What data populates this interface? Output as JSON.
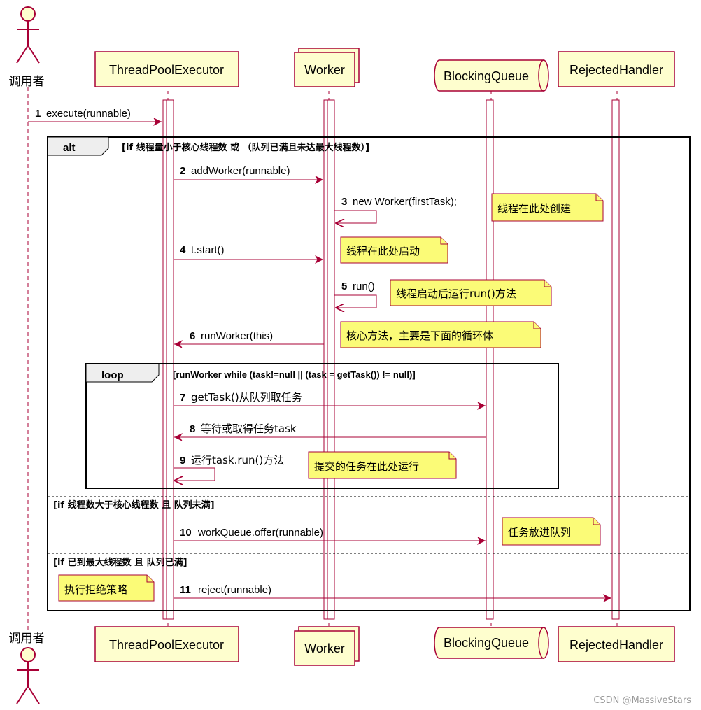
{
  "colors": {
    "line": "#A80036",
    "box_fill": "#FEFECE",
    "frame": "#000000",
    "alt_fill": "#EEEEEE",
    "text": "#000000",
    "watermark": "#999999"
  },
  "participants": {
    "caller": "调用者",
    "executor": "ThreadPoolExecutor",
    "worker": "Worker",
    "queue": "BlockingQueue",
    "handler": "RejectedHandler"
  },
  "messages": {
    "m1": {
      "num": "1",
      "text": "execute(runnable)"
    },
    "m2": {
      "num": "2",
      "text": "addWorker(runnable)"
    },
    "m3": {
      "num": "3",
      "text": "new Worker(firstTask);"
    },
    "m4": {
      "num": "4",
      "text": "t.start()"
    },
    "m5": {
      "num": "5",
      "text": "run()"
    },
    "m6": {
      "num": "6",
      "text": "runWorker(this)"
    },
    "m7": {
      "num": "7",
      "text": "getTask()从队列取任务"
    },
    "m8": {
      "num": "8",
      "text": "等待或取得任务task"
    },
    "m9": {
      "num": "9",
      "text": "运行task.run()方法"
    },
    "m10": {
      "num": "10",
      "text": "workQueue.offer(runnable)"
    },
    "m11": {
      "num": "11",
      "text": "reject(runnable)"
    }
  },
  "notes": {
    "n1": "线程在此处创建",
    "n2": "线程在此处启动",
    "n3": "线程启动后运行run()方法",
    "n4": "核心方法，主要是下面的循环体",
    "n5": "提交的任务在此处运行",
    "n6": "任务放进队列",
    "n7": "执行拒绝策略"
  },
  "frames": {
    "alt_label": "alt",
    "alt_cond1": "[if 线程量小于核心线程数 或 （队列已满且未达最大线程数）]",
    "alt_cond2": "[if 线程数大于核心线程数 且 队列未满]",
    "alt_cond3": "[if 已到最大线程数 且 队列已满]",
    "loop_label": "loop",
    "loop_cond": "[runWorker  while (task!=null || (task = getTask()) != null)]"
  },
  "watermark": "CSDN @MassiveStars"
}
